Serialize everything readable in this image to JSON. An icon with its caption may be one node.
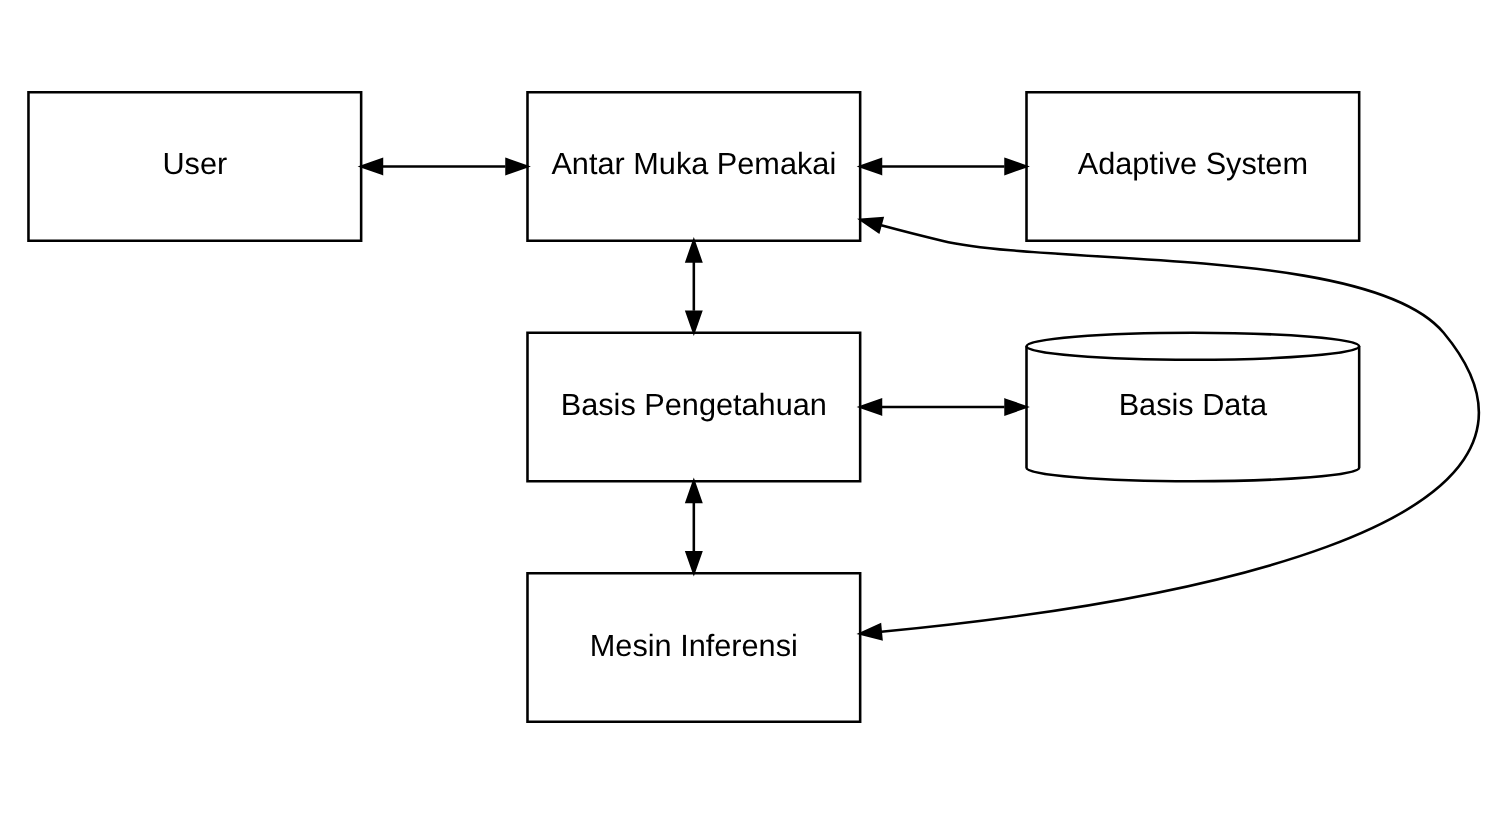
{
  "diagram": {
    "nodes": [
      {
        "text": [
          "User"
        ]
      },
      {
        "text": [
          "Antar Muka Pemakai"
        ]
      },
      {
        "text": [
          "Adaptive System"
        ]
      },
      {
        "text": [
          "Basis Pengetahuan"
        ]
      },
      {
        "text": [
          "Basis Data"
        ]
      },
      {
        "text": [
          "Mesin Inferensi"
        ]
      }
    ],
    "edges": [
      {
        "from": 0,
        "to": 1,
        "arrow": "both"
      },
      {
        "from": 1,
        "to": 2,
        "arrow": "both"
      },
      {
        "from": 1,
        "to": 3,
        "arrow": "both"
      },
      {
        "from": 3,
        "to": 4,
        "arrow": "both"
      },
      {
        "from": 3,
        "to": 5,
        "arrow": "both"
      },
      {
        "from": 5,
        "to": 1,
        "arrow": "both"
      }
    ]
  }
}
